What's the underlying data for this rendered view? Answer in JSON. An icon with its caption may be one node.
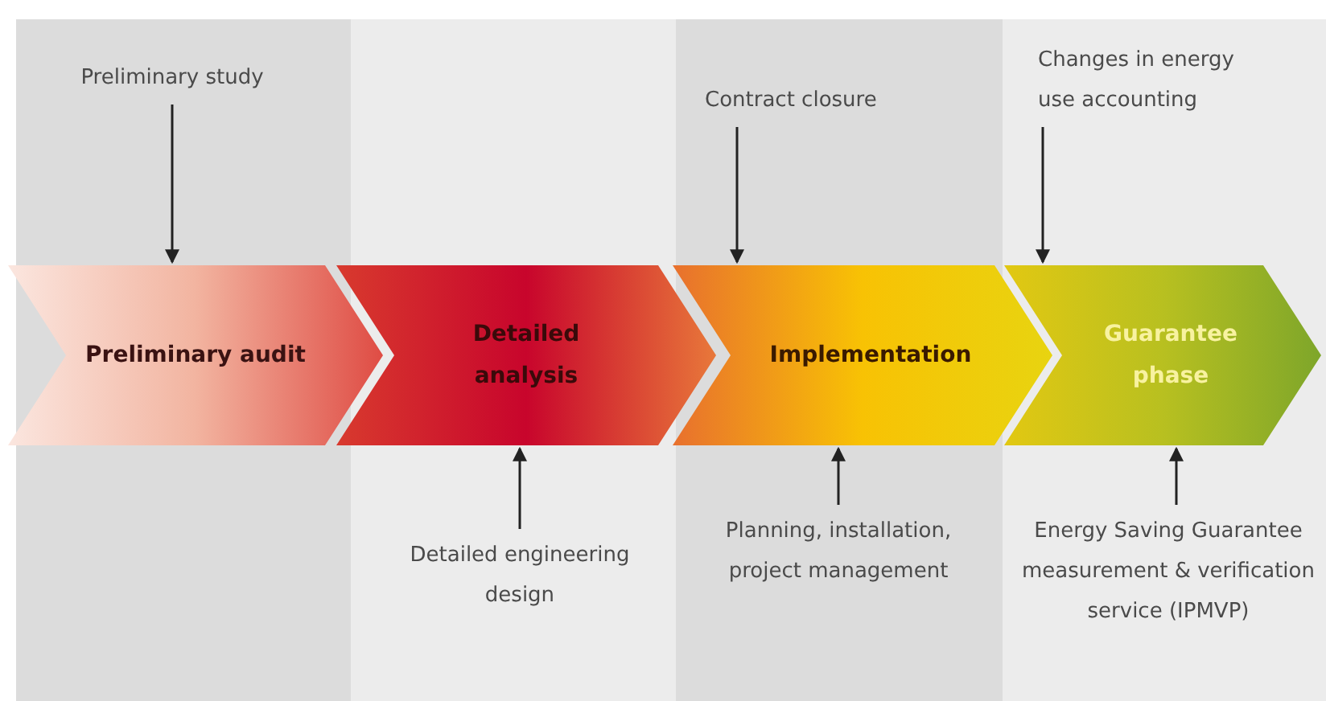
{
  "diagram": {
    "nodes": [
      {
        "text": [
          "Preliminary audit"
        ]
      },
      {
        "text": [
          "Detailed analysis"
        ]
      },
      {
        "text": [
          "Implementation"
        ]
      },
      {
        "text": [
          "Guarantee phase"
        ]
      },
      {
        "text": [
          "Preliminary study"
        ]
      },
      {
        "text": [
          "Contract closure"
        ]
      },
      {
        "text": [
          "Changes in energy use accounting"
        ]
      },
      {
        "text": [
          "Detailed engineering design"
        ]
      },
      {
        "text": [
          "Planning, installation, project management"
        ]
      },
      {
        "text": [
          "Energy Saving Guarantee measurement & verification service (IPMVP)"
        ]
      }
    ],
    "edges": [
      {
        "from": 4,
        "to": 0,
        "arrow": "to"
      },
      {
        "from": 5,
        "to": 2,
        "arrow": "to"
      },
      {
        "from": 6,
        "to": 3,
        "arrow": "to"
      },
      {
        "from": 7,
        "to": 1,
        "arrow": "to"
      },
      {
        "from": 8,
        "to": 2,
        "arrow": "to"
      },
      {
        "from": 9,
        "to": 3,
        "arrow": "to"
      }
    ]
  }
}
